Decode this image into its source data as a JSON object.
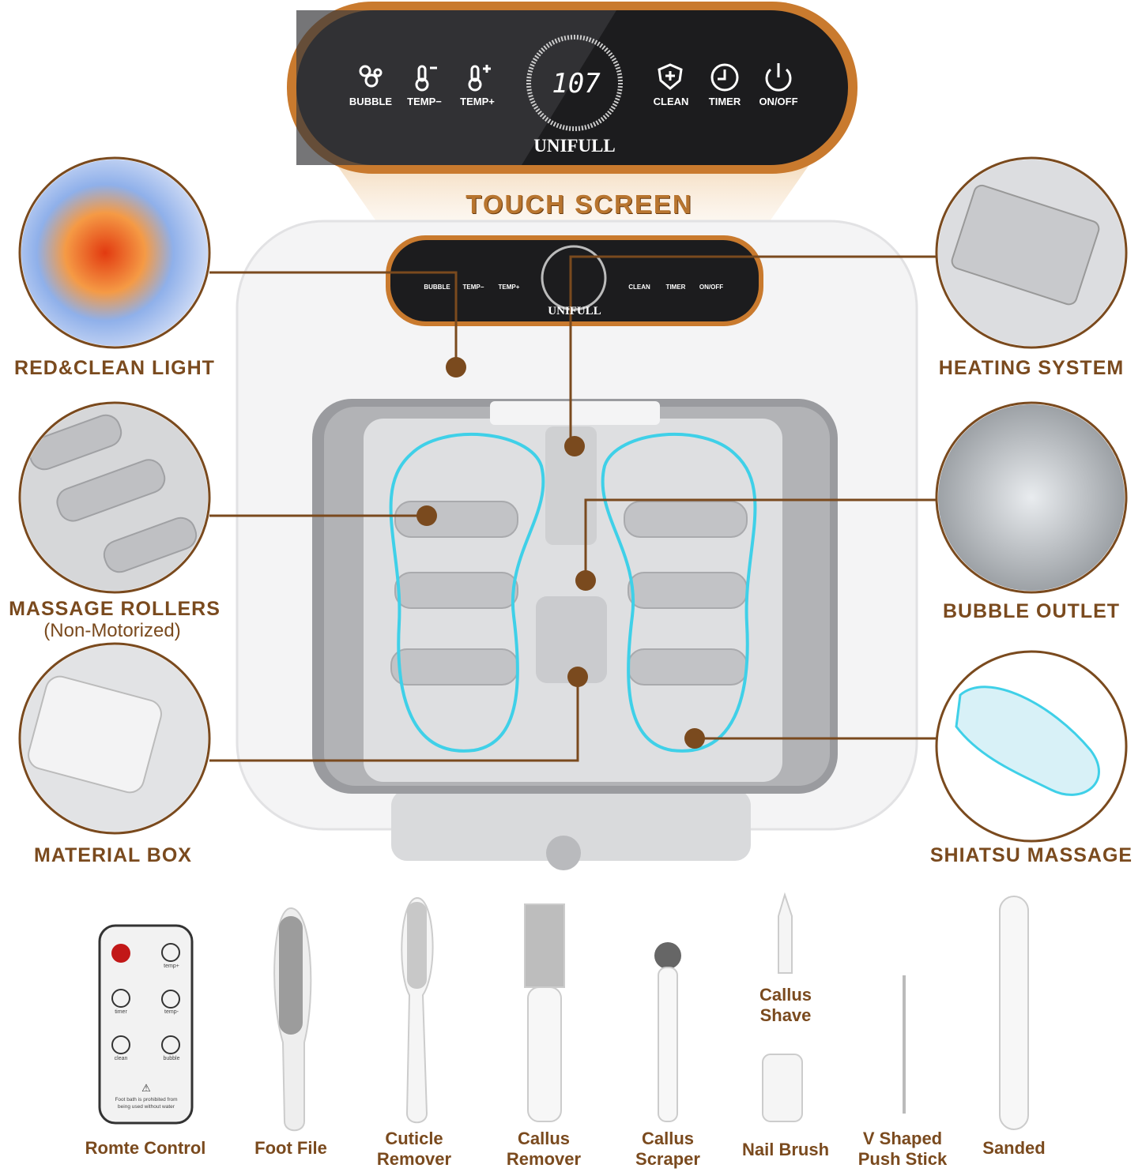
{
  "touch_panel": {
    "brand": "UNIFULL",
    "display_value": "107",
    "buttons": [
      {
        "label": "BUBBLE",
        "icon": "bubbles-icon"
      },
      {
        "label": "TEMP−",
        "icon": "thermometer-minus-icon"
      },
      {
        "label": "TEMP+",
        "icon": "thermometer-plus-icon"
      },
      {
        "label": "CLEAN",
        "icon": "shield-plus-icon"
      },
      {
        "label": "TIMER",
        "icon": "clock-icon"
      },
      {
        "label": "ON/OFF",
        "icon": "power-icon"
      }
    ],
    "caption": "TOUCH SCREEN"
  },
  "features": {
    "left": [
      {
        "label": "RED&CLEAN LIGHT"
      },
      {
        "label": "MASSAGE ROLLERS",
        "sublabel": "(Non-Motorized)"
      },
      {
        "label": "MATERIAL BOX"
      }
    ],
    "right": [
      {
        "label": "HEATING SYSTEM"
      },
      {
        "label": "BUBBLE OUTLET"
      },
      {
        "label": "SHIATSU MASSAGE"
      }
    ]
  },
  "remote": {
    "buttons": [
      "temp+",
      "timer",
      "temp-",
      "clean",
      "bubble"
    ],
    "warning": "Foot bath is prohibited from being used without water"
  },
  "accessories": [
    {
      "line1": "Romte Control"
    },
    {
      "line1": "Foot File"
    },
    {
      "line1": "Cuticle",
      "line2": "Remover"
    },
    {
      "line1": "Callus",
      "line2": "Remover"
    },
    {
      "line1": "Callus",
      "line2": "Scraper"
    },
    {
      "line1": "Callus",
      "line2": "Shave"
    },
    {
      "line1": "Nail Brush"
    },
    {
      "line1": "V Shaped",
      "line2": "Push Stick"
    },
    {
      "line1": "Sanded"
    }
  ],
  "colors": {
    "accent_brown": "#7a4a1e",
    "panel_orange": "#c97a2e",
    "panel_dark": "#1c1c1e",
    "glow_cyan": "#3fd0e8"
  }
}
